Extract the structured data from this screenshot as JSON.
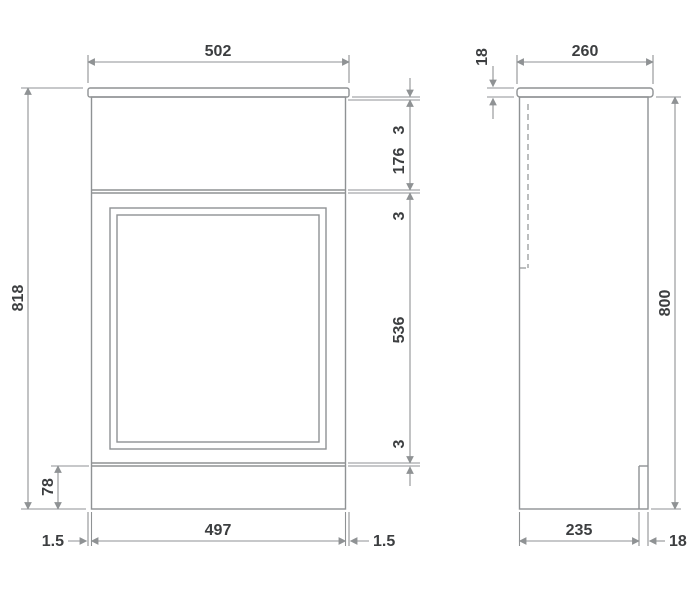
{
  "drawing": {
    "type": "technical-dimension-drawing",
    "views": [
      "front",
      "side"
    ]
  },
  "front_view": {
    "width_top": "502",
    "height_total": "818",
    "plinth_height": "78",
    "worktop_gap": "3",
    "upper_panel_height": "176",
    "mid_gap": "3",
    "door_height": "536",
    "bottom_gap": "3",
    "overhang_left": "1.5",
    "width_body": "497",
    "overhang_right": "1.5"
  },
  "side_view": {
    "worktop_thickness": "18",
    "depth_top": "260",
    "height_body": "800",
    "depth_base": "235",
    "plinth_recess": "18"
  },
  "colors": {
    "background": "#ffffff",
    "line": "#8f9294",
    "text": "#3c3e40"
  }
}
